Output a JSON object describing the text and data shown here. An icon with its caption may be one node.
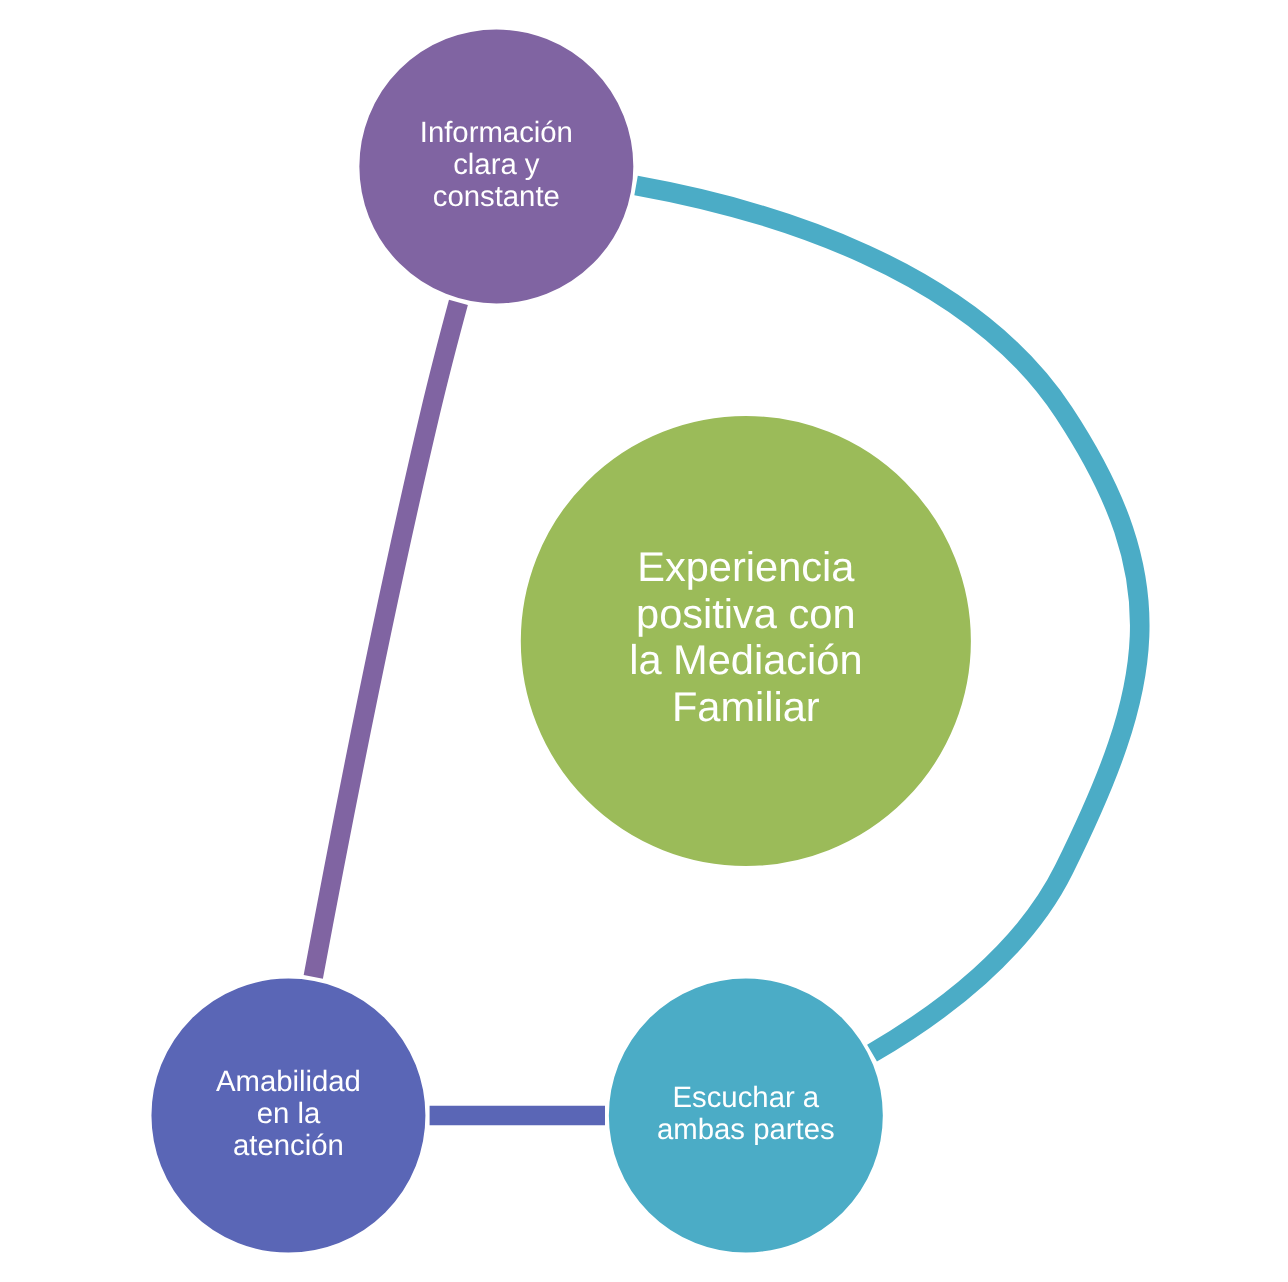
{
  "diagram": {
    "nodes": [
      {
        "text": [
          "Información clara y constante"
        ]
      },
      {
        "text": [
          "Experiencia positiva con la Mediación Familiar"
        ]
      },
      {
        "text": [
          "Escuchar a ambas partes"
        ]
      },
      {
        "text": [
          "Amabilidad en la atención"
        ]
      }
    ],
    "edges": [
      {
        "from": 0,
        "to": 3,
        "arrow": "none",
        "color": "#8064a2"
      },
      {
        "from": 3,
        "to": 2,
        "arrow": "none",
        "color": "#5a66b6"
      },
      {
        "from": 2,
        "to": 0,
        "arrow": "none",
        "color": "#4bacc6"
      }
    ]
  }
}
